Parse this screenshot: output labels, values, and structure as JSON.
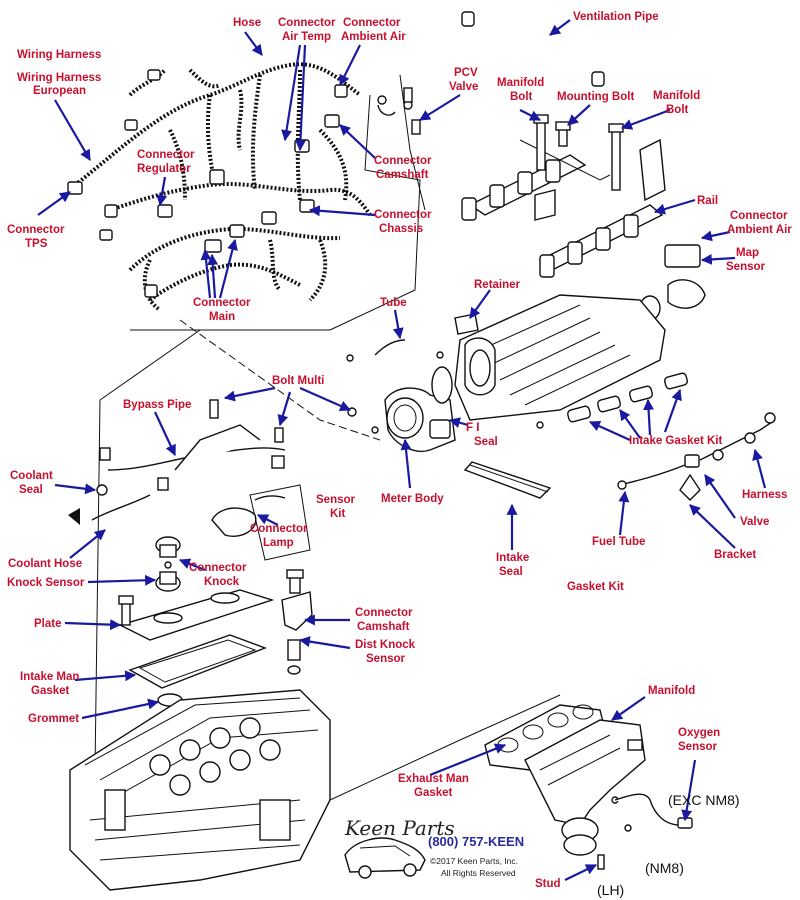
{
  "labels": {
    "hose": "Hose",
    "connector_air_temp_1": "Connector",
    "connector_air_temp_2": "Air Temp",
    "connector_ambient_air_top_1": "Connector",
    "connector_ambient_air_top_2": "Ambient Air",
    "ventilation_pipe": "Ventilation Pipe",
    "wiring_harness": "Wiring Harness",
    "wiring_harness_european_1": "Wiring Harness",
    "wiring_harness_european_2": "European",
    "pcv_valve_1": "PCV",
    "pcv_valve_2": "Valve",
    "manifold_bolt_left_1": "Manifold",
    "manifold_bolt_left_2": "Bolt",
    "mounting_bolt": "Mounting Bolt",
    "manifold_bolt_right_1": "Manifold",
    "manifold_bolt_right_2": "Bolt",
    "connector_regulator_1": "Connector",
    "connector_regulator_2": "Regulator",
    "connector_camshaft_top_1": "Connector",
    "connector_camshaft_top_2": "Camshaft",
    "rail": "Rail",
    "connector_tps_1": "Connector",
    "connector_tps_2": "TPS",
    "connector_chassis_1": "Connector",
    "connector_chassis_2": "Chassis",
    "connector_ambient_air_right_1": "Connector",
    "connector_ambient_air_right_2": "Ambient Air",
    "map_sensor_1": "Map",
    "map_sensor_2": "Sensor",
    "retainer": "Retainer",
    "tube": "Tube",
    "connector_main_1": "Connector",
    "connector_main_2": "Main",
    "bolt_multi": "Bolt Multi",
    "bypass_pipe": "Bypass Pipe",
    "fi_seal_1": "F I",
    "fi_seal_2": "Seal",
    "intake_gasket_kit": "Intake Gasket Kit",
    "coolant_seal_1": "Coolant",
    "coolant_seal_2": "Seal",
    "harness": "Harness",
    "meter_body": "Meter Body",
    "sensor_kit_1": "Sensor",
    "sensor_kit_2": "Kit",
    "valve": "Valve",
    "connector_lamp_1": "Connector",
    "connector_lamp_2": "Lamp",
    "fuel_tube": "Fuel Tube",
    "bracket": "Bracket",
    "coolant_hose": "Coolant Hose",
    "intake_seal_1": "Intake",
    "intake_seal_2": "Seal",
    "knock_sensor": "Knock Sensor",
    "connector_knock_1": "Connector",
    "connector_knock_2": "Knock",
    "gasket_kit": "Gasket Kit",
    "connector_camshaft_low_1": "Connector",
    "connector_camshaft_low_2": "Camshaft",
    "plate": "Plate",
    "dist_knock_sensor_1": "Dist Knock",
    "dist_knock_sensor_2": "Sensor",
    "intake_man_gasket_1": "Intake Man",
    "intake_man_gasket_2": "Gasket",
    "manifold": "Manifold",
    "grommet": "Grommet",
    "oxygen_sensor_1": "Oxygen",
    "oxygen_sensor_2": "Sensor",
    "exhaust_man_gasket_1": "Exhaust Man",
    "exhaust_man_gasket_2": "Gasket",
    "stud": "Stud"
  },
  "notes": {
    "exc_nm8": "(EXC NM8)",
    "nm8": "(NM8)",
    "lh": "(LH)"
  },
  "branding": {
    "logo": "Keen Parts",
    "phone": "(800) 757-KEEN",
    "copyright": "©2017 Keen Parts, Inc.",
    "rights": "All Rights Reserved"
  },
  "colors": {
    "label_text": "#c8102e",
    "leader_arrows": "#1a1aa0",
    "line_art": "#111111"
  }
}
